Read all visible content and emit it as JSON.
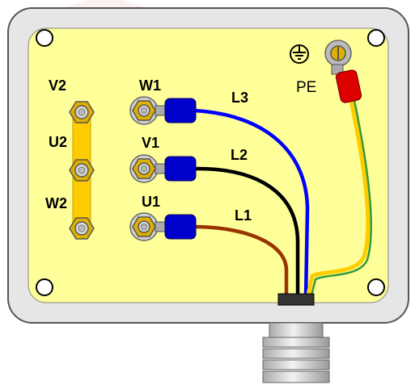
{
  "diagram": {
    "labels": {
      "v2": "V2",
      "u2": "U2",
      "w2": "W2",
      "w1": "W1",
      "v1": "V1",
      "u1": "U1",
      "l3": "L3",
      "l2": "L2",
      "l1": "L1",
      "pe": "PE"
    },
    "colors": {
      "box_body": "#e6e6e6",
      "box_border": "#555555",
      "panel": "#ffff99",
      "bridge": "#ffcc00",
      "terminal_nut": "#e0b000",
      "terminal_bolt": "#cccccc",
      "lug": "#0000cc",
      "wire_l3": "#0000ff",
      "wire_l2": "#000000",
      "wire_l1": "#993300",
      "wire_pe_yellow": "#ffcc00",
      "wire_pe_green": "#339933",
      "pe_sleeve": "#cc0000",
      "gland": "#cccccc"
    },
    "icons": {
      "earth_symbol": "protective-earth-icon",
      "mounting_screw": "circle-hole-icon",
      "nut": "hex-nut-icon"
    }
  }
}
